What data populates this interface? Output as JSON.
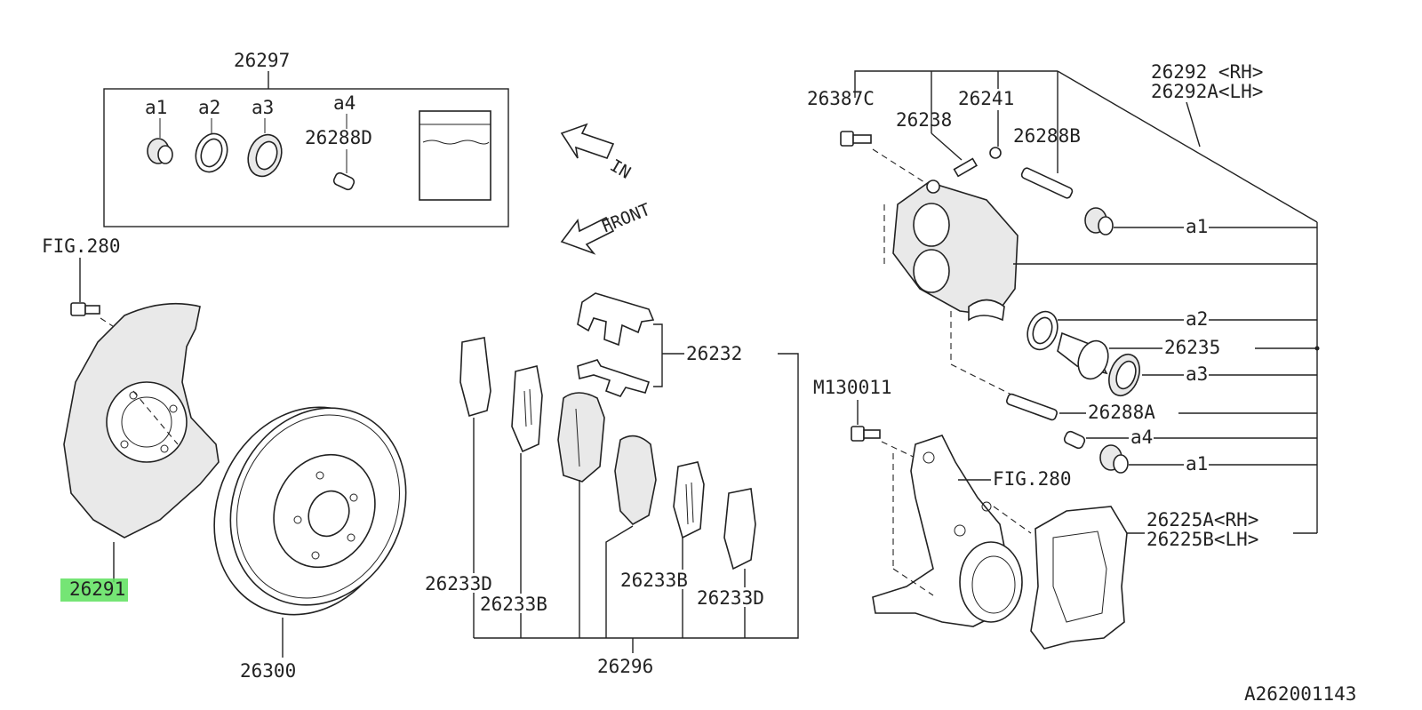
{
  "diagram_id": "A262001143",
  "highlight_part": "26291",
  "labels": {
    "kit": "26297",
    "a1_kit": "a1",
    "a2_kit": "a2",
    "a3_kit": "a3",
    "a4_kit": "a4",
    "pin_26288D": "26288D",
    "fig_top": "FIG.280",
    "backing_plate": "26291",
    "rotor": "26300",
    "in_arrow": "IN",
    "front_arrow": "FRONT",
    "shim_set": "26232",
    "pad_set": "26296",
    "shim_d_left": "26233D",
    "shim_b_left": "26233B",
    "shim_b_right": "26233B",
    "shim_d_right": "26233D",
    "caliper_rh": "26292 <RH>",
    "caliper_lh": "26292A<LH>",
    "bolt_26387C": "26387C",
    "bleeder_26241": "26241",
    "cap_26238": "26238",
    "pin_26288B": "26288B",
    "a1_right": "a1",
    "a2_right": "a2",
    "piston_26235": "26235",
    "a3_right": "a3",
    "bolt_M130011": "M130011",
    "pin_26288A": "26288A",
    "a4_right": "a4",
    "a1_right2": "a1",
    "fig_knuckle": "FIG.280",
    "support_rh": "26225A<RH>",
    "support_lh": "26225B<LH>"
  }
}
